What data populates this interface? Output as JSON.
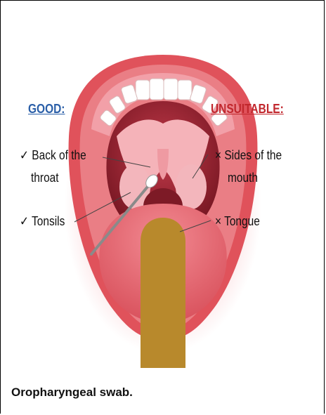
{
  "good": {
    "heading": "GOOD:",
    "items": [
      {
        "mark": "✓",
        "line1": "Back of the",
        "line2": "throat"
      },
      {
        "mark": "✓",
        "line1": "Tonsils",
        "line2": ""
      }
    ]
  },
  "unsuitable": {
    "heading": "UNSUITABLE:",
    "items": [
      {
        "mark": "×",
        "line1": "Sides of the",
        "line2": "mouth"
      },
      {
        "mark": "×",
        "line1": "Tongue",
        "line2": ""
      }
    ]
  },
  "caption": "Oropharyngeal swab.",
  "colors": {
    "good_heading": "#2b5fa8",
    "unsuitable_heading": "#c1272d",
    "lips": "#e0525b",
    "mouth_interior": "#f2a0a8",
    "tongue": "#e66b73",
    "tongue_depressor": "#b8892c"
  }
}
